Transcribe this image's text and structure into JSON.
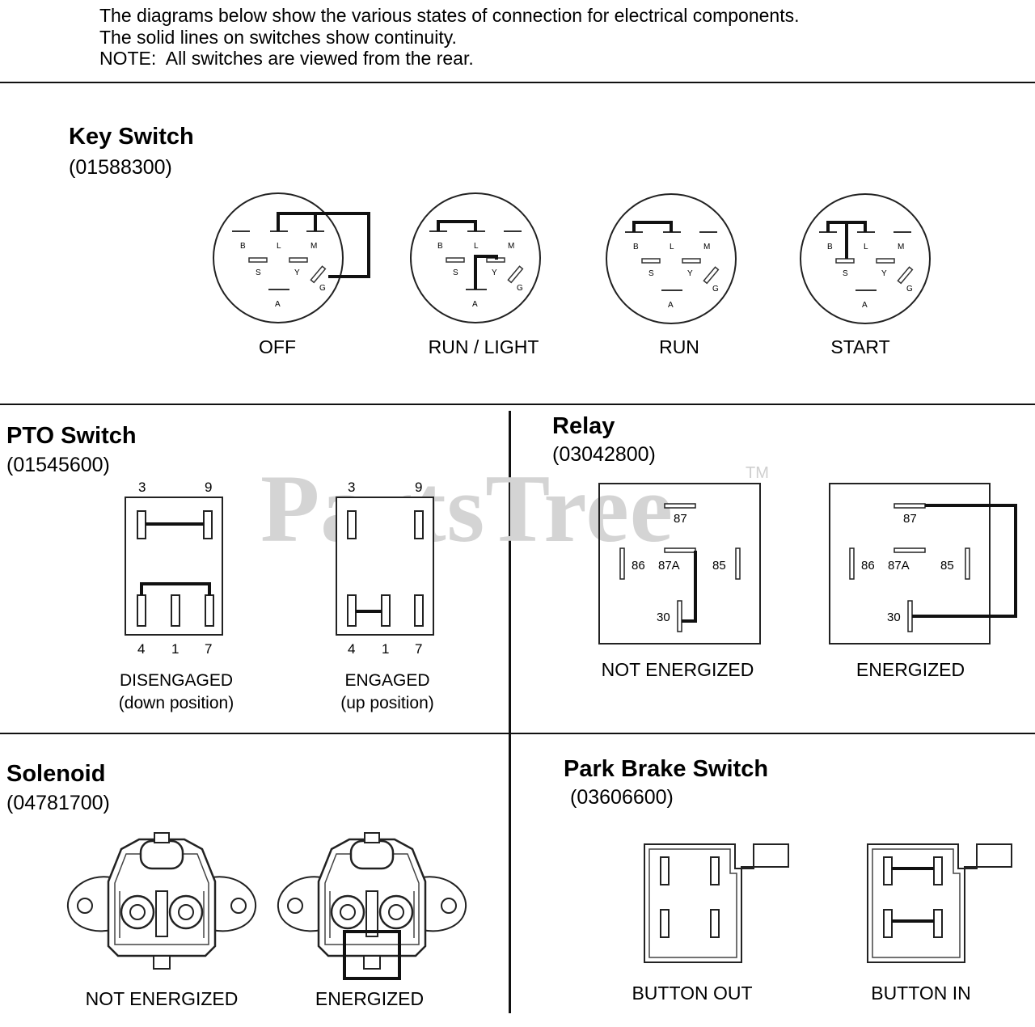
{
  "intro": {
    "line1": "The diagrams below show the various states of connection for electrical components.",
    "line2": "The solid lines on switches show continuity.",
    "line3": "NOTE:  All switches are viewed from the rear."
  },
  "watermark": {
    "brand": "PartsTree",
    "tm": "TM"
  },
  "key_switch": {
    "title": "Key Switch",
    "part": "(01588300)",
    "terminals": {
      "b": "B",
      "l": "L",
      "m": "M",
      "s": "S",
      "y": "Y",
      "g": "G",
      "a": "A"
    },
    "states": [
      "OFF",
      "RUN / LIGHT",
      "RUN",
      "START"
    ]
  },
  "pto_switch": {
    "title": "PTO Switch",
    "part": "(01545600)",
    "terminals": {
      "t3": "3",
      "t9": "9",
      "t4": "4",
      "t1": "1",
      "t7": "7"
    },
    "states": [
      {
        "label": "DISENGAGED",
        "sub": "(down position)"
      },
      {
        "label": "ENGAGED",
        "sub": "(up position)"
      }
    ]
  },
  "relay": {
    "title": "Relay",
    "part": "(03042800)",
    "terminals": {
      "t87": "87",
      "t86": "86",
      "t87a": "87A",
      "t85": "85",
      "t30": "30"
    },
    "states": [
      "NOT ENERGIZED",
      "ENERGIZED"
    ]
  },
  "solenoid": {
    "title": "Solenoid",
    "part": "(04781700)",
    "states": [
      "NOT ENERGIZED",
      "ENERGIZED"
    ]
  },
  "park_brake_switch": {
    "title": "Park Brake Switch",
    "part": "(03606600)",
    "states": [
      "BUTTON OUT",
      "BUTTON IN"
    ]
  }
}
